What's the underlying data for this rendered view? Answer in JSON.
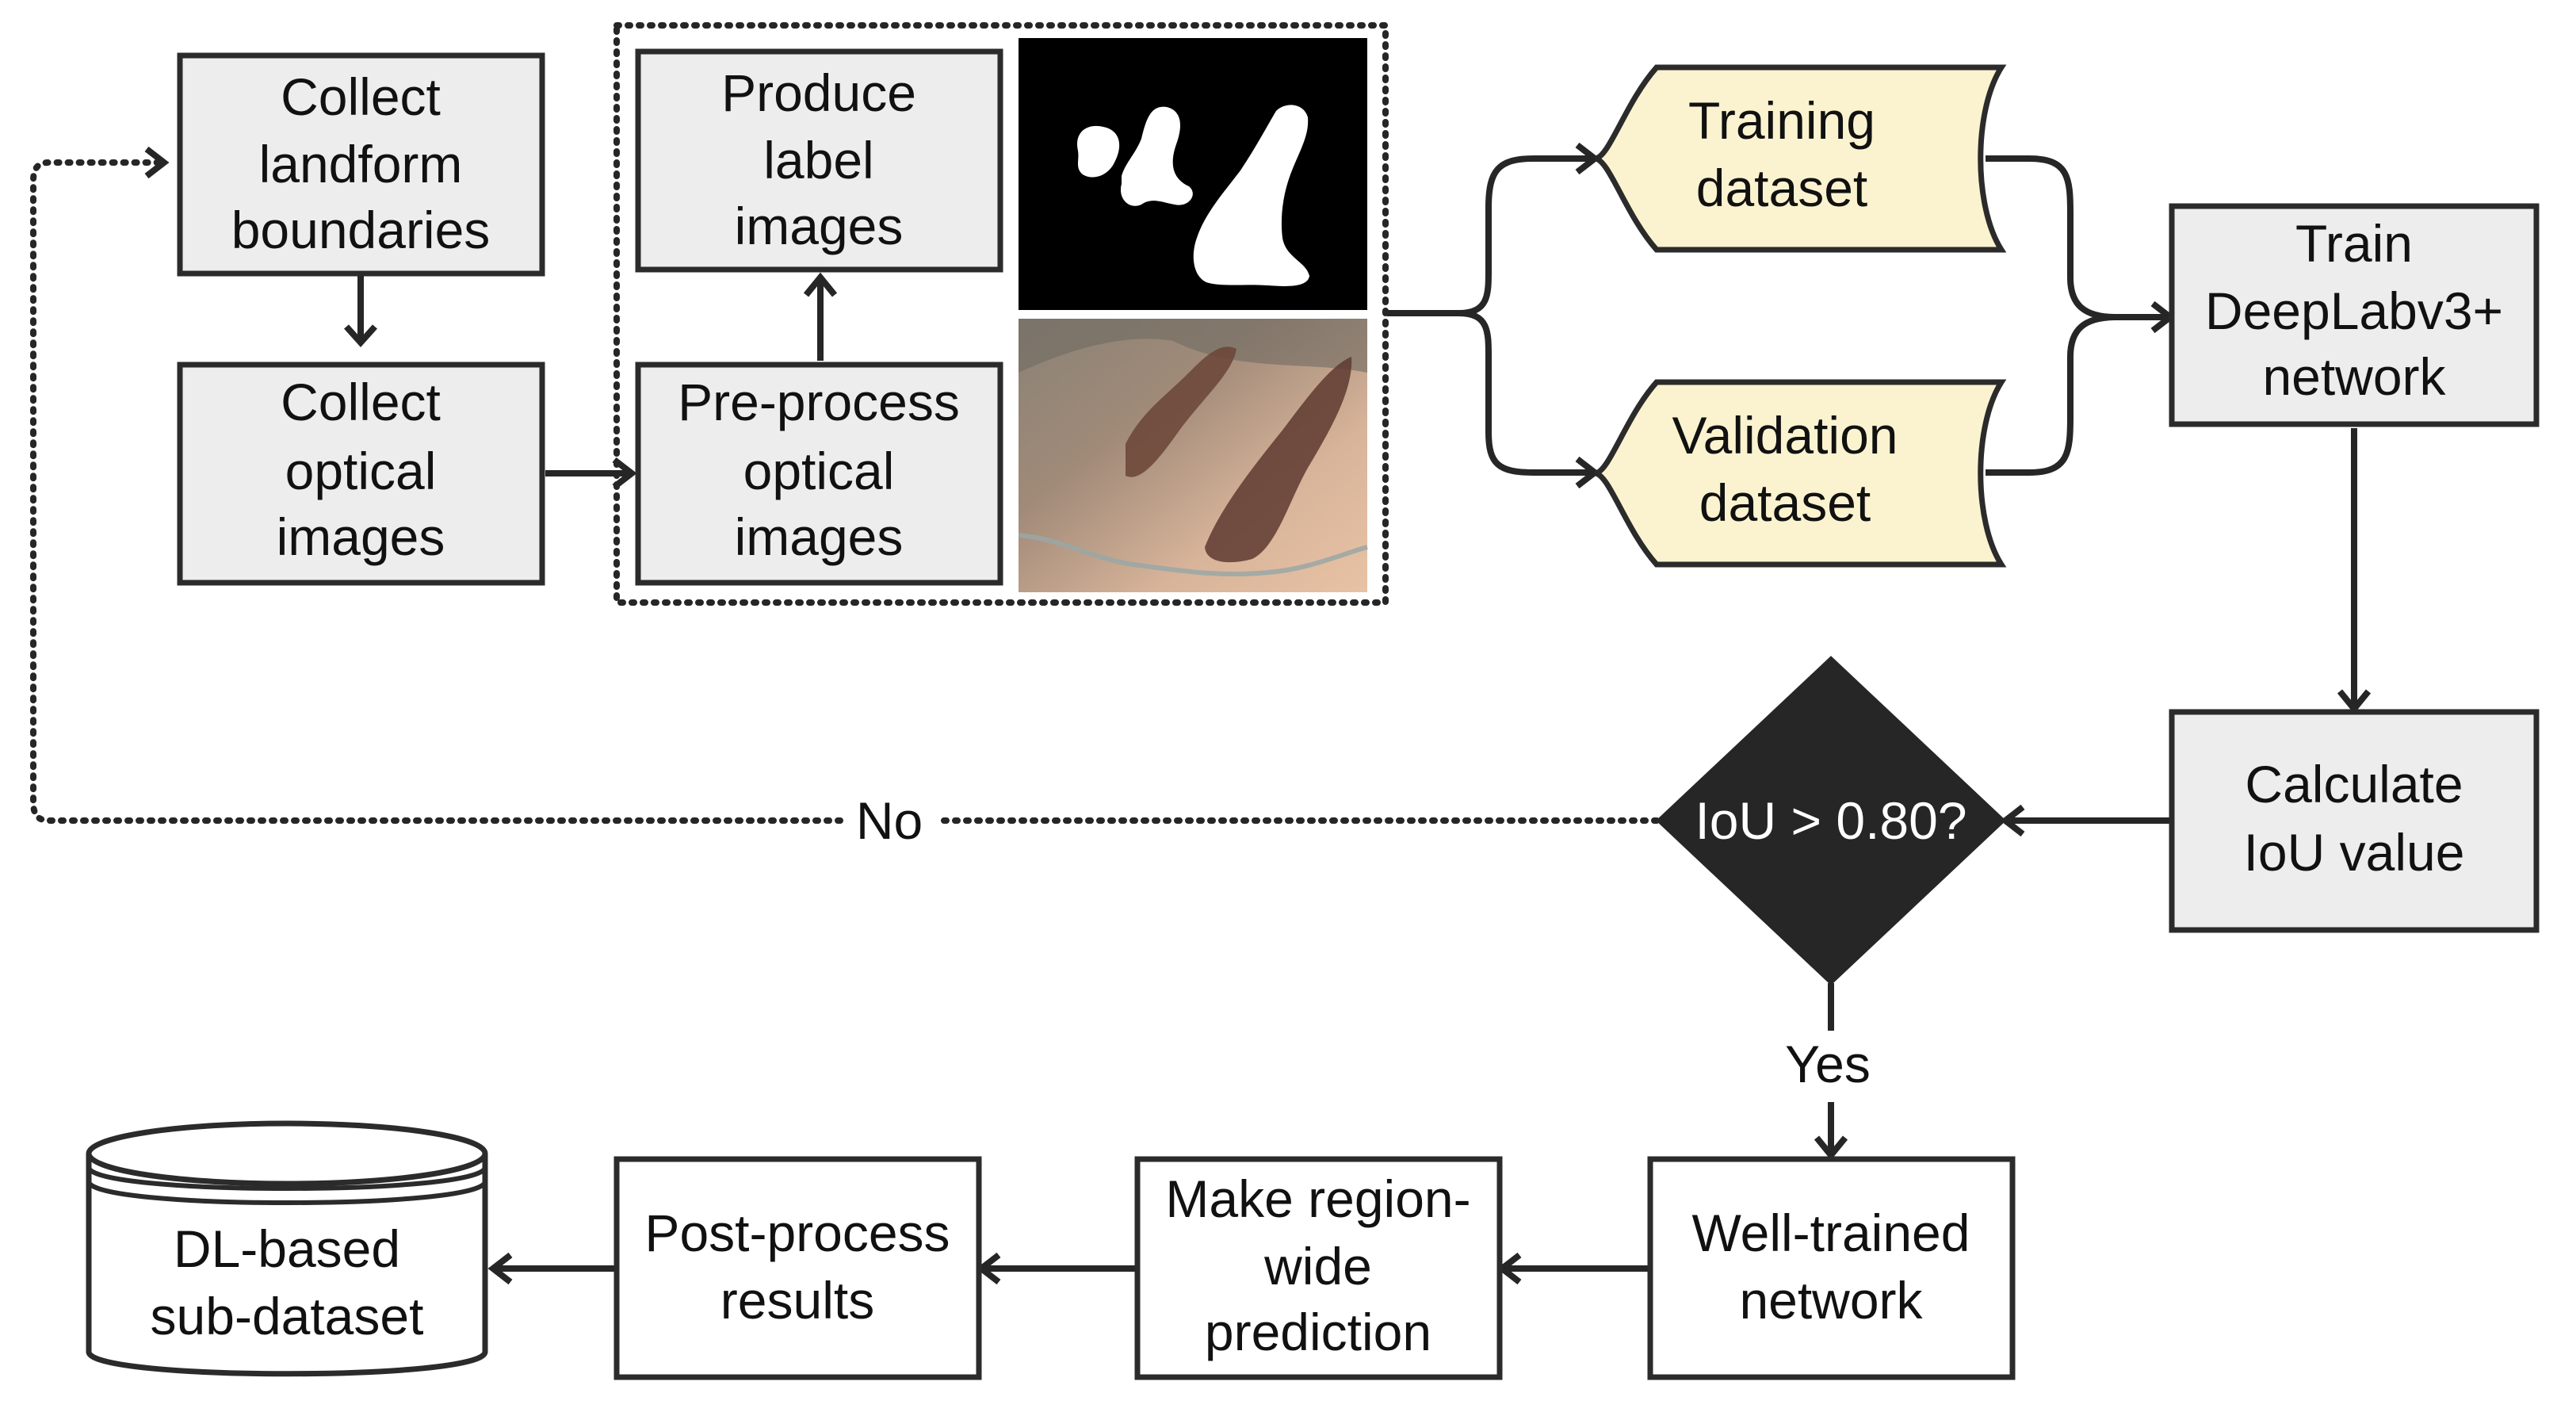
{
  "nodes": {
    "collect_boundaries": [
      "Collect",
      "landform",
      "boundaries"
    ],
    "collect_optical": [
      "Collect",
      "optical",
      "images"
    ],
    "produce_label": [
      "Produce",
      "label",
      "images"
    ],
    "preprocess_optical": [
      "Pre-process",
      "optical",
      "images"
    ],
    "training_dataset": [
      "Training",
      "dataset"
    ],
    "validation_dataset": [
      "Validation",
      "dataset"
    ],
    "train_network": [
      "Train",
      "DeepLabv3+",
      "network"
    ],
    "calculate_iou": [
      "Calculate",
      "IoU value"
    ],
    "decision": "IoU > 0.80?",
    "well_trained": [
      "Well-trained",
      "network"
    ],
    "region_prediction": [
      "Make region-",
      "wide",
      "prediction"
    ],
    "post_process": [
      "Post-process",
      "results"
    ],
    "sub_dataset": [
      "DL-based",
      "sub-dataset"
    ]
  },
  "edges": {
    "no_label": "No",
    "yes_label": "Yes"
  },
  "images": {
    "label_image": "binary-label-mask",
    "optical_image": "satellite-optical-image"
  },
  "colors": {
    "process_fill": "#ededee",
    "dataset_fill": "#fbf3cf",
    "decision_fill": "#262626",
    "stroke": "#2b2b2b"
  }
}
